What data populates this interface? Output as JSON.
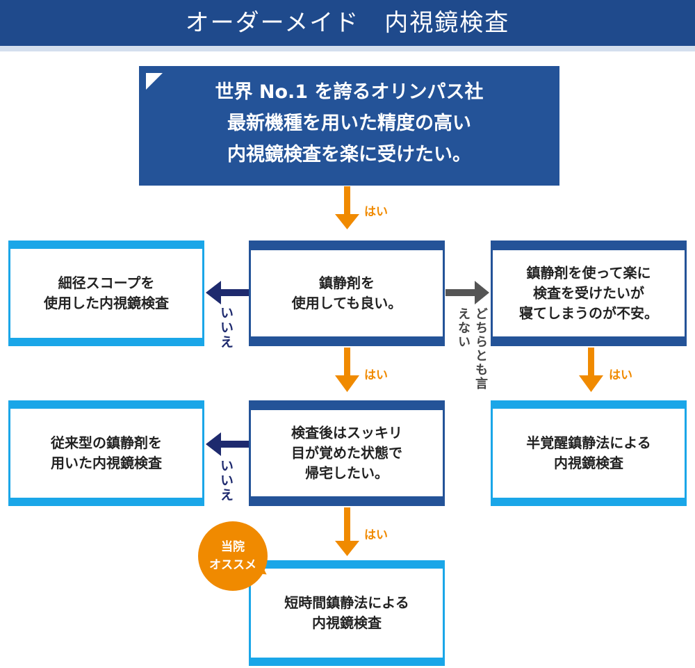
{
  "header": {
    "title": "オーダーメイド　内視鏡検査"
  },
  "hero": {
    "lines": [
      "世界 No.1 を誇るオリンパス社",
      "最新機種を用いた精度の高い",
      "内視鏡検査を楽に受けたい。"
    ]
  },
  "nodes": {
    "sedation_ok": {
      "lines": [
        "鎮静剤を",
        "使用しても良い。"
      ]
    },
    "thin_scope": {
      "lines": [
        "細径スコープを",
        "使用した内視鏡検査"
      ]
    },
    "worried_sleep": {
      "lines": [
        "鎮静剤を使って楽に",
        "検査を受けたいが",
        "寝てしまうのが不安。"
      ]
    },
    "clear_after": {
      "lines": [
        "検査後はスッキリ",
        "目が覚めた状態で",
        "帰宅したい。"
      ]
    },
    "conventional": {
      "lines": [
        "従来型の鎮静剤を",
        "用いた内視鏡検査"
      ]
    },
    "half_awake": {
      "lines": [
        "半覚醒鎮静法による",
        "内視鏡検査"
      ]
    },
    "short_sedation": {
      "lines": [
        "短時間鎮静法による",
        "内視鏡検査"
      ]
    }
  },
  "labels": {
    "yes": "はい",
    "no": "いいえ",
    "either": "どちらとも言えない"
  },
  "badge": {
    "line1": "当院",
    "line2": "オススメ"
  },
  "colors": {
    "navy": "#1f4a8c",
    "box_blue": "#245398",
    "light_blue": "#1aa6e8",
    "orange": "#f08a00",
    "dark_navy": "#1e2a6e",
    "gray": "#555555"
  }
}
